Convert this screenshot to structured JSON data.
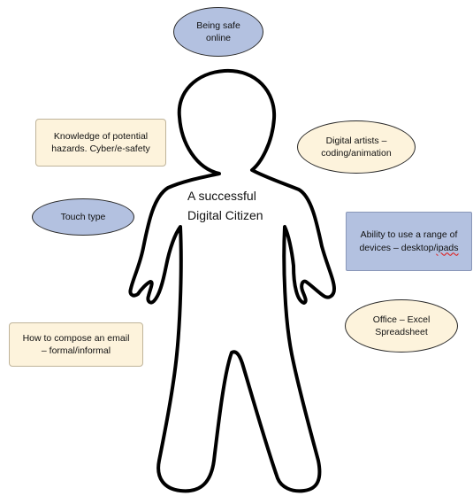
{
  "center_label": {
    "line1": "A successful",
    "line2": "Digital Citizen"
  },
  "bubbles": {
    "safe_online": {
      "line1": "Being safe",
      "line2": "online"
    },
    "hazards": {
      "line1": "Knowledge of potential",
      "line2": "hazards. Cyber/e-safety"
    },
    "digital_artists": {
      "line1": "Digital artists –",
      "line2": "coding/animation"
    },
    "touch_type": {
      "line1": "Touch type"
    },
    "devices": {
      "line1": "Ability to use a range of",
      "line2_prefix": "devices – desktop/",
      "line2_suffix": "ipads"
    },
    "email": {
      "line1": "How to compose an email",
      "line2": "– formal/informal"
    },
    "office": {
      "line1": "Office – Excel",
      "line2": "Spreadsheet"
    }
  },
  "colors": {
    "blue_fill": "#b3c1e0",
    "cream_fill": "#fdf3dc",
    "outline": "#111111"
  }
}
